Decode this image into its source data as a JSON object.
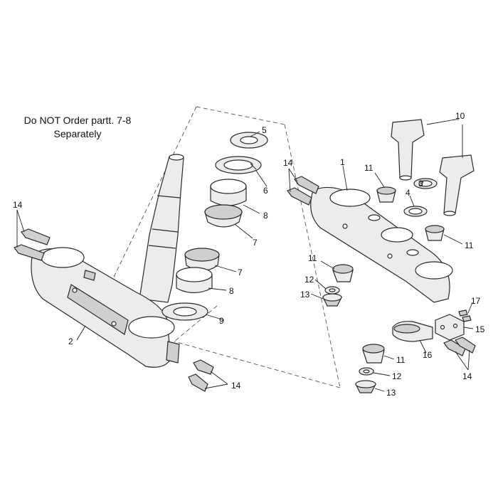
{
  "note": {
    "line1": "Do NOT Order partt. 7-8",
    "line2": "Separately"
  },
  "callouts": [
    "1",
    "2",
    "3",
    "4",
    "5",
    "6",
    "7",
    "7",
    "8",
    "8",
    "9",
    "10",
    "11",
    "11",
    "11",
    "11",
    "12",
    "12",
    "13",
    "13",
    "14",
    "14",
    "14",
    "14",
    "15",
    "16",
    "17"
  ]
}
